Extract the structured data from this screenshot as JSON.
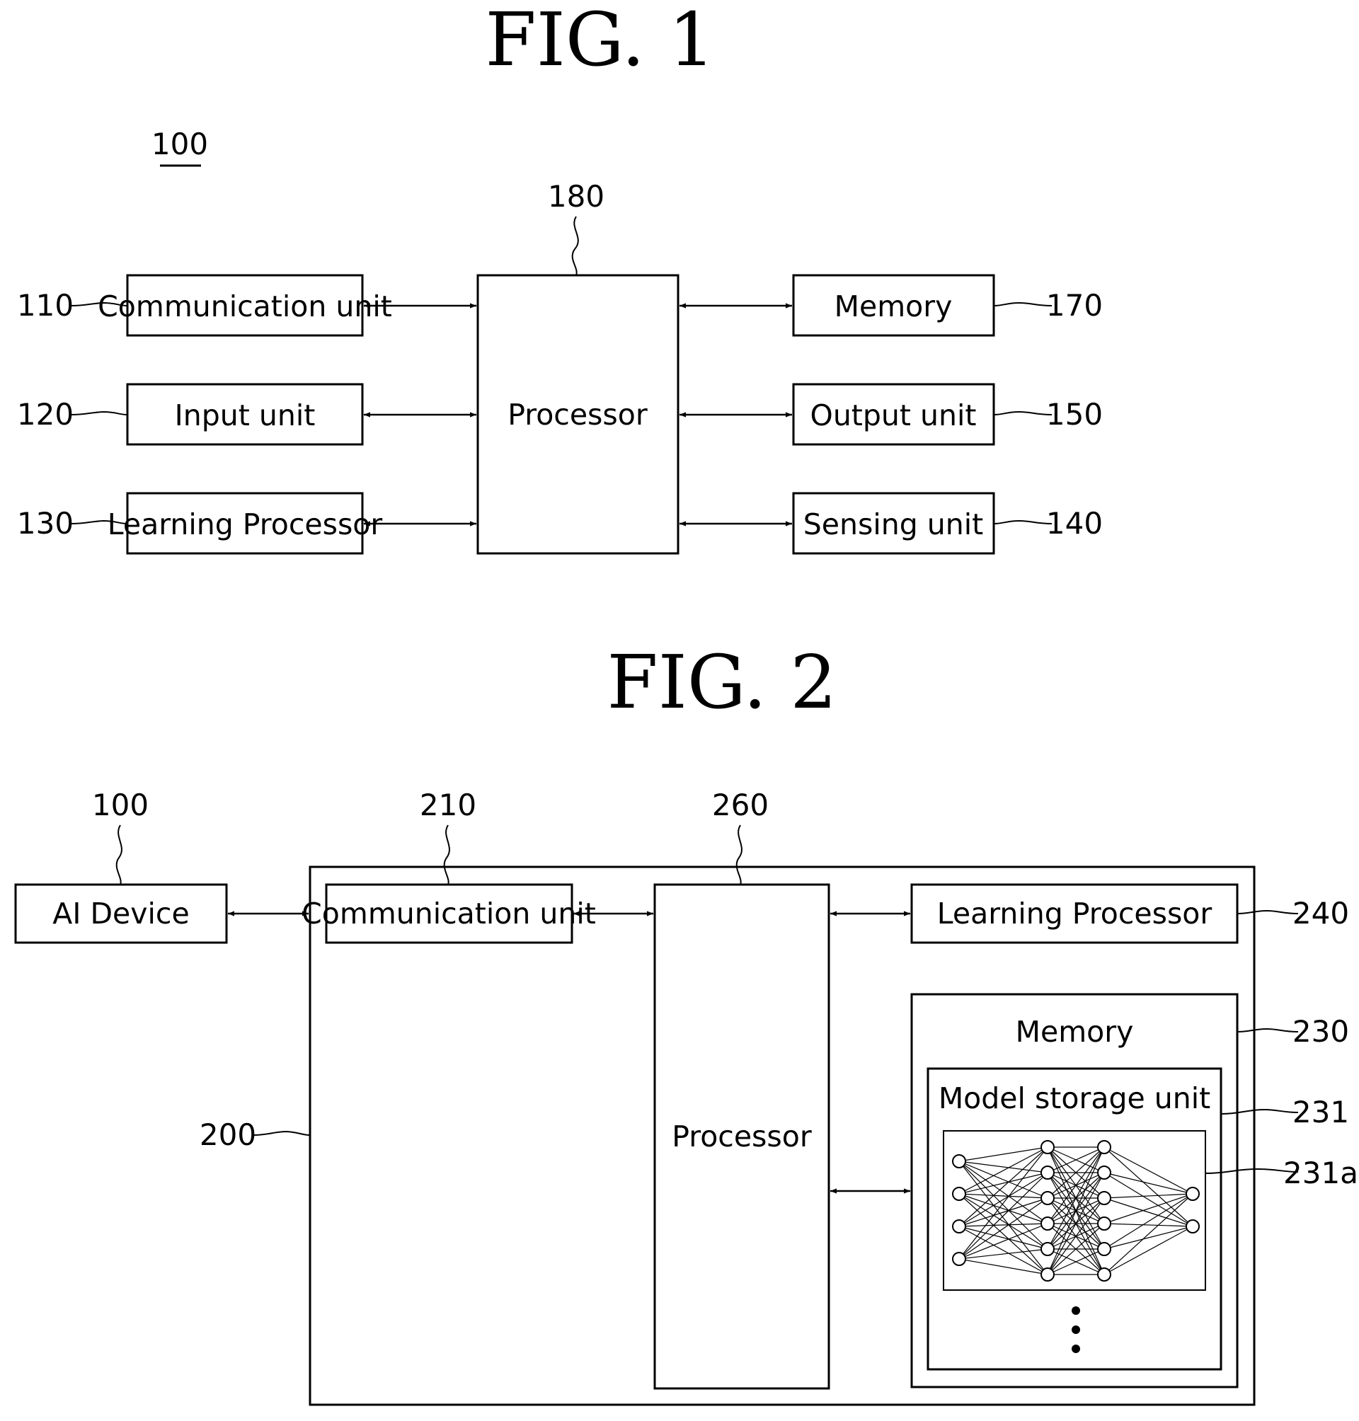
{
  "fig1": {
    "title": "FIG. 1",
    "device_ref": "100",
    "processor": {
      "label": "Processor",
      "ref": "180"
    },
    "left_blocks": [
      {
        "label": "Communication unit",
        "ref": "110"
      },
      {
        "label": "Input unit",
        "ref": "120"
      },
      {
        "label": "Learning Processor",
        "ref": "130"
      }
    ],
    "right_blocks": [
      {
        "label": "Memory",
        "ref": "170"
      },
      {
        "label": "Output unit",
        "ref": "150"
      },
      {
        "label": "Sensing unit",
        "ref": "140"
      }
    ]
  },
  "fig2": {
    "title": "FIG. 2",
    "ai_device": {
      "label": "AI Device",
      "ref": "100"
    },
    "server_ref": "200",
    "communication": {
      "label": "Communication unit",
      "ref": "210"
    },
    "processor": {
      "label": "Processor",
      "ref": "260"
    },
    "learning_processor": {
      "label": "Learning Processor",
      "ref": "240"
    },
    "memory": {
      "label": "Memory",
      "ref": "230"
    },
    "model_storage": {
      "label": "Model storage unit",
      "ref": "231"
    },
    "model_ref": "231a",
    "continuation": "⋮"
  }
}
